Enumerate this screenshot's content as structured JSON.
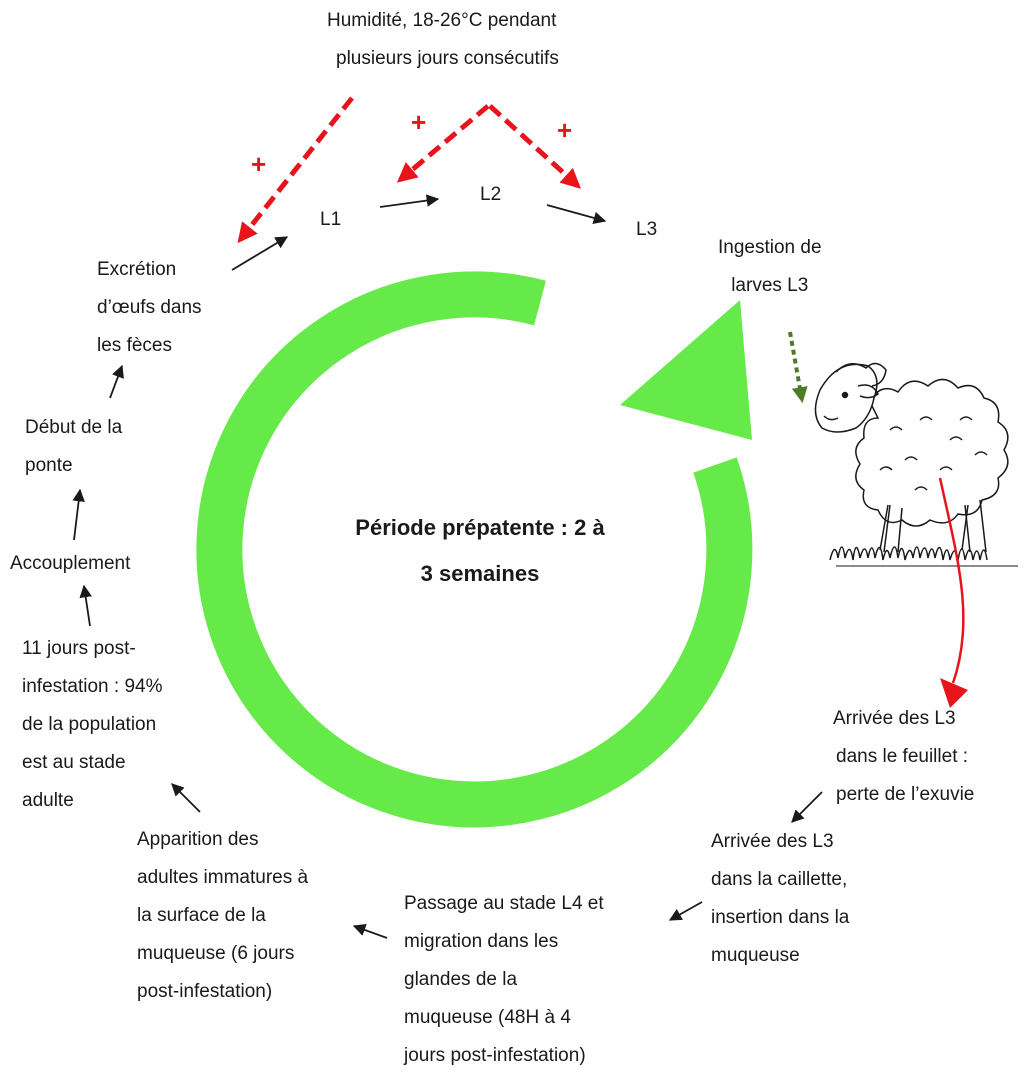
{
  "condition": {
    "line1": "Humidité, 18-26°C pendant",
    "line2": "plusieurs jours consécutifs",
    "plus_sign": "+"
  },
  "larvae": {
    "l1": "L1",
    "l2": "L2",
    "l3": "L3"
  },
  "ingestion": {
    "line1": "Ingestion de",
    "line2": "larves L3"
  },
  "center": {
    "line1": "Période prépatente : 2 à",
    "line2": "3 semaines"
  },
  "left_stages": {
    "excretion": [
      "Excrétion",
      "d’œufs dans",
      "les fèces"
    ],
    "debut": [
      "Début de la",
      "ponte"
    ],
    "accouplement": [
      "Accouplement"
    ],
    "jours11": [
      "11 jours post-",
      "infestation : 94%",
      "de la population",
      "est au stade",
      "adulte"
    ]
  },
  "bottom_stages": {
    "apparition": [
      "Apparition des",
      "adultes immatures à",
      "la surface de la",
      "muqueuse (6 jours",
      "post-infestation)"
    ],
    "passage": [
      "Passage au stade L4 et",
      "migration dans les",
      "glandes de la",
      "muqueuse (48H à 4",
      "jours post-infestation)"
    ],
    "caillette": [
      "Arrivée des L3",
      "dans la caillette,",
      "insertion dans la",
      "muqueuse"
    ]
  },
  "right_stages": {
    "feuillet": [
      "Arrivée des L3",
      "dans le feuillet :",
      "perte de l’exuvie"
    ]
  },
  "colors": {
    "cycle_ring": "#66ea4a",
    "environment_arrow": "#e8141b",
    "ingestion_arrow": "#4f7a2a",
    "path_arrow": "#e8141b",
    "text": "#1a1a1a"
  },
  "icons": [
    "sheep-illustration"
  ]
}
